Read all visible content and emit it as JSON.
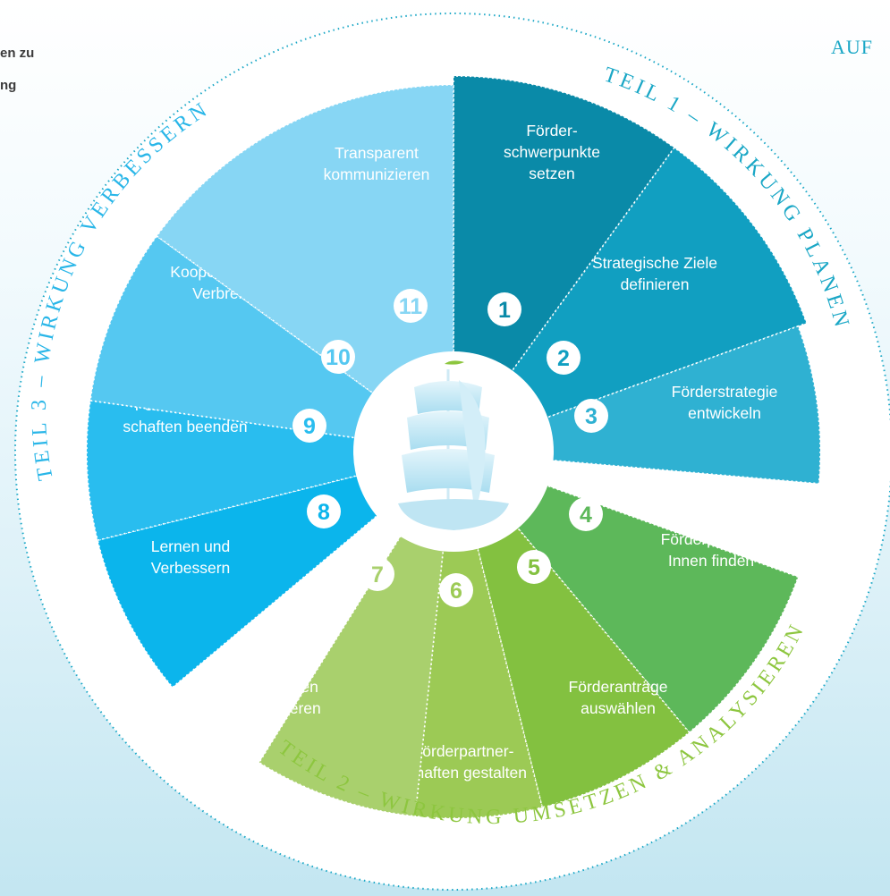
{
  "header": {
    "left_text_lines": [
      "en zu",
      "ng"
    ],
    "right_text": "AUF"
  },
  "diagram": {
    "phases": [
      {
        "id": 1,
        "label": "TEIL 1 – WIRKUNG PLANEN",
        "color": "#1aa7c6"
      },
      {
        "id": 2,
        "label": "TEIL 2 – WIRKUNG UMSETZEN & ANALYSIEREN",
        "color": "#8dc63f"
      },
      {
        "id": 3,
        "label": "TEIL 3 – WIRKUNG VERBESSERN",
        "color": "#29b6e8"
      }
    ],
    "segments": [
      {
        "number": "1",
        "lines": [
          "Förder-",
          "schwerpunkte",
          "setzen"
        ],
        "color": "#0a8aa8"
      },
      {
        "number": "2",
        "lines": [
          "Strategische Ziele",
          "definieren"
        ],
        "color": "#119fc1"
      },
      {
        "number": "3",
        "lines": [
          "Förderstrategie",
          "entwickeln"
        ],
        "color": "#2fb1d2"
      },
      {
        "number": "4",
        "lines": [
          "Förderpartner-",
          "Innen finden"
        ],
        "color": "#5db85a"
      },
      {
        "number": "5",
        "lines": [
          "Förderanträge",
          "auswählen"
        ],
        "color": "#83c140"
      },
      {
        "number": "6",
        "lines": [
          "Förderpartner-",
          "schaften gestalten"
        ],
        "color": "#9cca55"
      },
      {
        "number": "7",
        "lines": [
          "Wirkungen",
          "analysieren"
        ],
        "color": "#a9d06d"
      },
      {
        "number": "8",
        "lines": [
          "Lernen und",
          "Verbessern"
        ],
        "color": "#0bb5ec"
      },
      {
        "number": "9",
        "lines": [
          "Förderpartner-",
          "schaften beenden"
        ],
        "color": "#29bdef"
      },
      {
        "number": "10",
        "lines": [
          "Kooperieren und",
          "Verbreiten"
        ],
        "color": "#55c8f1"
      },
      {
        "number": "11",
        "lines": [
          "Transparent",
          "kommunizieren"
        ],
        "color": "#87d6f4"
      }
    ],
    "center_icon": "sailing-ship-icon"
  }
}
